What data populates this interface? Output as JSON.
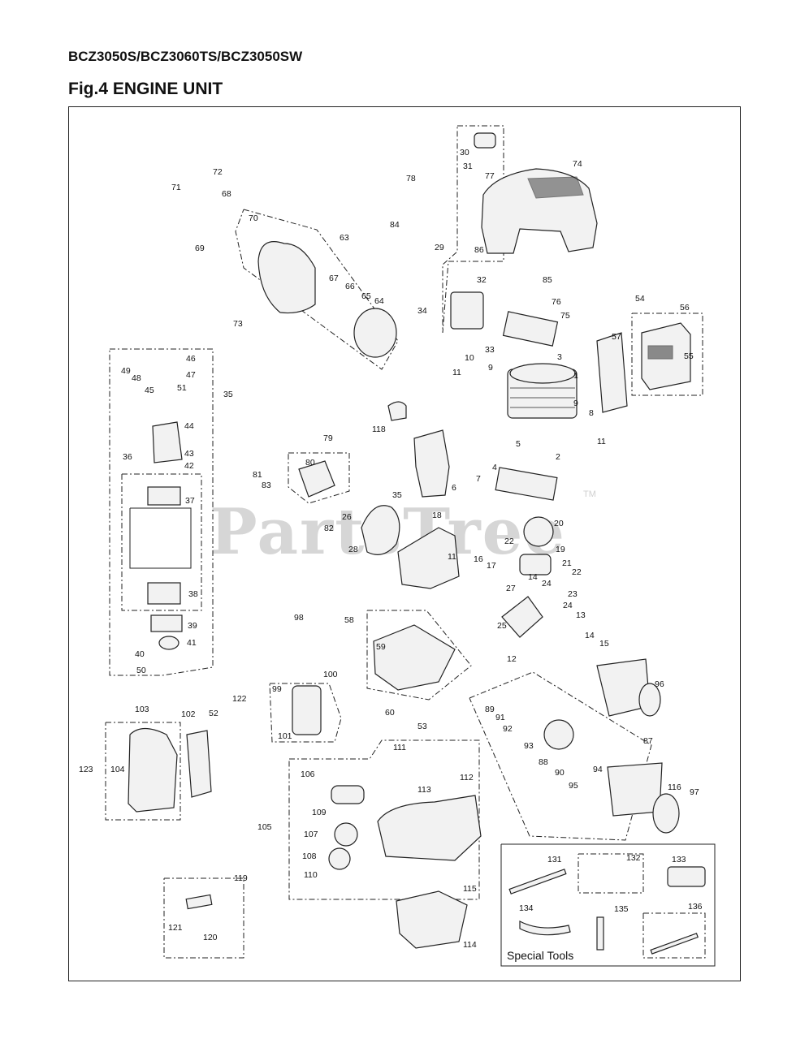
{
  "header": {
    "model_numbers": "BCZ3050S/BCZ3060TS/BCZ3050SW",
    "figure_title": "Fig.4 ENGINE UNIT"
  },
  "watermark": {
    "text": "PartsTree",
    "mark": "TM"
  },
  "special_tools_label": "Special Tools",
  "callouts": [
    "1",
    "2",
    "3",
    "4",
    "5",
    "6",
    "7",
    "8",
    "9",
    "9",
    "10",
    "11",
    "11",
    "11",
    "12",
    "13",
    "14",
    "14",
    "15",
    "16",
    "17",
    "18",
    "19",
    "20",
    "21",
    "22",
    "22",
    "23",
    "24",
    "24",
    "25",
    "26",
    "27",
    "28",
    "29",
    "30",
    "31",
    "32",
    "33",
    "34",
    "35",
    "35",
    "36",
    "37",
    "38",
    "39",
    "40",
    "41",
    "42",
    "43",
    "44",
    "45",
    "46",
    "47",
    "48",
    "49",
    "50",
    "51",
    "52",
    "53",
    "54",
    "55",
    "56",
    "57",
    "58",
    "59",
    "60",
    "63",
    "64",
    "65",
    "66",
    "67",
    "68",
    "69",
    "70",
    "71",
    "72",
    "73",
    "74",
    "75",
    "76",
    "77",
    "78",
    "79",
    "80",
    "81",
    "82",
    "83",
    "84",
    "85",
    "86",
    "87",
    "88",
    "89",
    "90",
    "91",
    "92",
    "93",
    "94",
    "95",
    "96",
    "97",
    "98",
    "99",
    "100",
    "101",
    "102",
    "103",
    "104",
    "105",
    "106",
    "107",
    "108",
    "109",
    "110",
    "111",
    "112",
    "113",
    "114",
    "115",
    "116",
    "118",
    "119",
    "120",
    "121",
    "122",
    "123",
    "131",
    "132",
    "133",
    "134",
    "135",
    "136"
  ]
}
